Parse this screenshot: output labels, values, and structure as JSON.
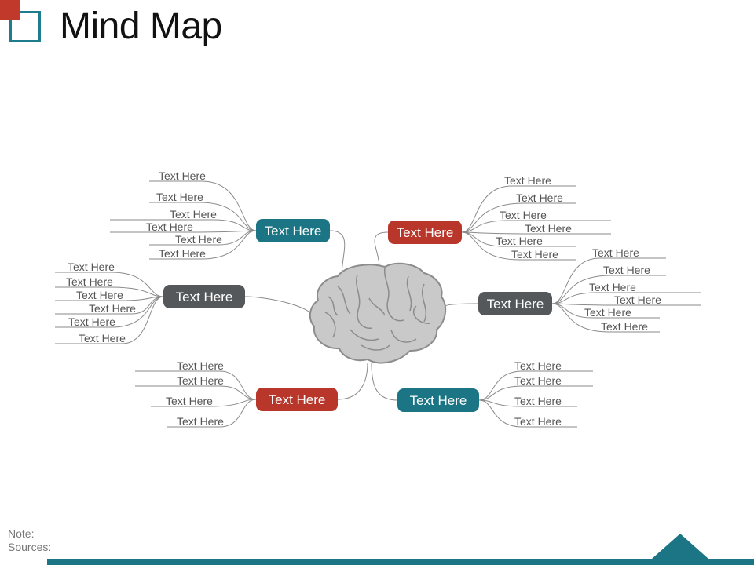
{
  "title": "Mind Map",
  "colors": {
    "teal": "#1b7584",
    "red": "#b8372a",
    "gray": "#55585b",
    "brain_fill": "#c9c9c9",
    "brain_stroke": "#8c8c8c"
  },
  "center_icon": "brain-icon",
  "nodes": [
    {
      "id": "top-left",
      "label": "Text Here",
      "color": "teal",
      "items": [
        "Text Here",
        "Text Here",
        "Text Here",
        "Text Here",
        "Text Here",
        "Text Here"
      ]
    },
    {
      "id": "top-right",
      "label": "Text Here",
      "color": "red",
      "items": [
        "Text Here",
        "Text Here",
        "Text Here",
        "Text Here",
        "Text Here",
        "Text Here"
      ]
    },
    {
      "id": "mid-left",
      "label": "Text Here",
      "color": "gray",
      "items": [
        "Text Here",
        "Text Here",
        "Text Here",
        "Text Here",
        "Text Here",
        "Text Here"
      ]
    },
    {
      "id": "mid-right",
      "label": "Text Here",
      "color": "gray",
      "items": [
        "Text Here",
        "Text Here",
        "Text Here",
        "Text Here",
        "Text Here",
        "Text Here"
      ]
    },
    {
      "id": "bottom-left",
      "label": "Text Here",
      "color": "red",
      "items": [
        "Text Here",
        "Text Here",
        "Text Here",
        "Text Here"
      ]
    },
    {
      "id": "bottom-right",
      "label": "Text Here",
      "color": "teal",
      "items": [
        "Text Here",
        "Text Here",
        "Text Here",
        "Text Here"
      ]
    }
  ],
  "footer": {
    "note": "Note:",
    "sources": "Sources:"
  }
}
